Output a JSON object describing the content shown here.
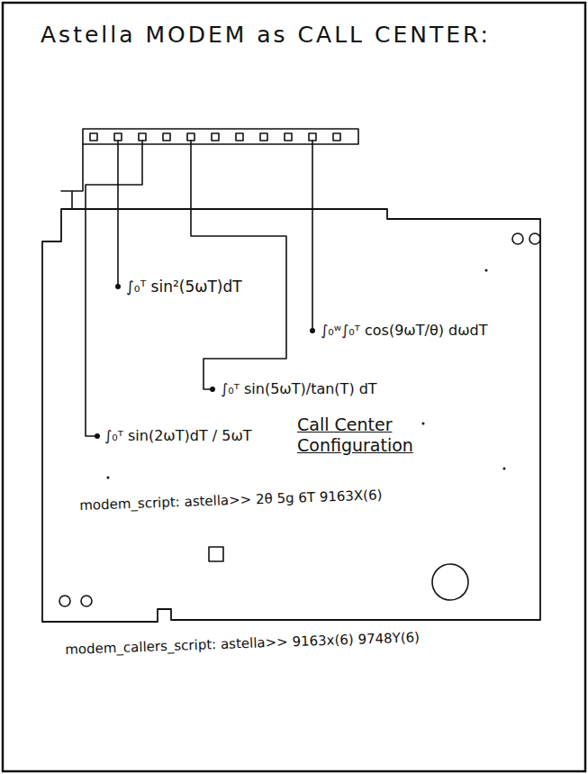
{
  "diagram": {
    "title": "Astella MODEM as CALL CENTER:",
    "nodes": [
      {
        "text": [
          "∫₀ᵀ sin²(5ωT)dT",
          "∫₀ʷ∫₀ᵀ cos(9ωT/θ) dωdT",
          "∫₀ᵀ sin(5ωT)/tan(T) dT",
          "∫₀ᵀ sin(2ωT)dT / 5ωT",
          "Call Center Configuration",
          "modem_script: astella>> 2θ 5g 6T 9163X(6)"
        ]
      }
    ],
    "labels": [
      "modem_callers_script: astella>> 9163x(6) 9748Y(6)"
    ]
  }
}
